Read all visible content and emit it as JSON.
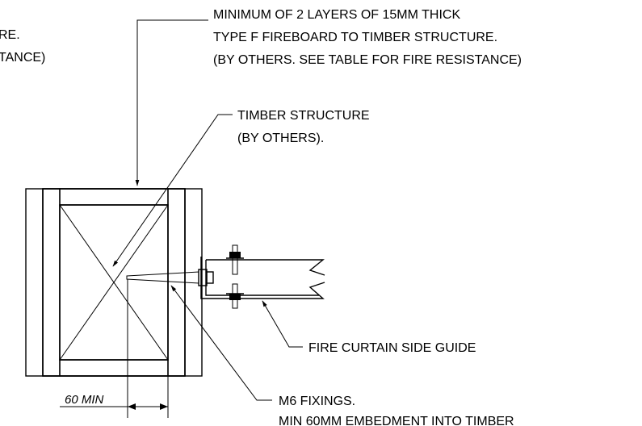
{
  "labels": {
    "left_fragment": [
      "RE.",
      "TANCE)"
    ],
    "fireboard": [
      "MINIMUM OF 2 LAYERS OF 15MM THICK",
      "TYPE F FIREBOARD TO TIMBER STRUCTURE.",
      "(BY OTHERS. SEE TABLE FOR FIRE RESISTANCE)"
    ],
    "timber": [
      "TIMBER STRUCTURE",
      "(BY OTHERS)."
    ],
    "side_guide": "FIRE CURTAIN SIDE GUIDE",
    "fixings": [
      "M6 FIXINGS.",
      "MIN 60MM EMBEDMENT INTO TIMBER"
    ],
    "dimension": "60 MIN"
  },
  "colors": {
    "line": "#000000",
    "background": "#ffffff"
  }
}
